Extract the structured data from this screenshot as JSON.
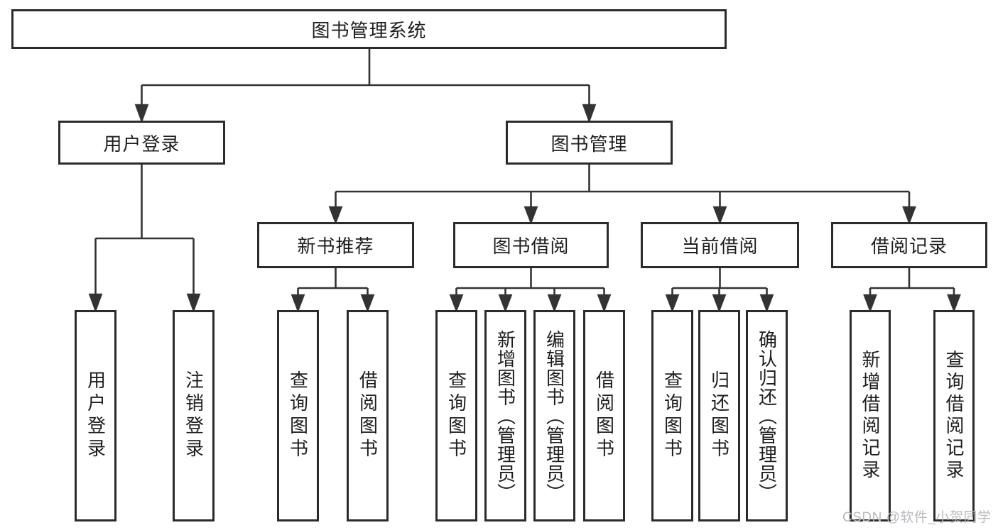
{
  "diagram": {
    "type": "hierarchy-tree",
    "orientation": "top-down",
    "nodes": {
      "root": {
        "label": "图书管理系统"
      },
      "user_login": {
        "label": "用户登录"
      },
      "book_mgmt": {
        "label": "图书管理"
      },
      "new_book": {
        "label": "新书推荐"
      },
      "borrow": {
        "label": "图书借阅"
      },
      "current": {
        "label": "当前借阅"
      },
      "record": {
        "label": "借阅记录"
      },
      "leaf_user_login": {
        "label": "用户登录"
      },
      "leaf_logout": {
        "label": "注销登录"
      },
      "leaf_nb_query": {
        "label": "查询图书"
      },
      "leaf_nb_borrow": {
        "label": "借阅图书"
      },
      "leaf_bw_query": {
        "label": "查询图书"
      },
      "leaf_bw_add": {
        "label": "新增图书（管理员）"
      },
      "leaf_bw_edit": {
        "label": "编辑图书（管理员）"
      },
      "leaf_bw_borrow": {
        "label": "借阅图书"
      },
      "leaf_cu_query": {
        "label": "查询图书"
      },
      "leaf_cu_return": {
        "label": "归还图书"
      },
      "leaf_cu_confirm": {
        "label": "确认归还（管理员）"
      },
      "leaf_re_add": {
        "label": "新增借阅记录"
      },
      "leaf_re_query": {
        "label": "查询借阅记录"
      }
    },
    "edges": [
      {
        "from": "root",
        "to": [
          "user_login",
          "book_mgmt"
        ]
      },
      {
        "from": "user_login",
        "to": [
          "leaf_user_login",
          "leaf_logout"
        ]
      },
      {
        "from": "book_mgmt",
        "to": [
          "new_book",
          "borrow",
          "current",
          "record"
        ]
      },
      {
        "from": "new_book",
        "to": [
          "leaf_nb_query",
          "leaf_nb_borrow"
        ]
      },
      {
        "from": "borrow",
        "to": [
          "leaf_bw_query",
          "leaf_bw_add",
          "leaf_bw_edit",
          "leaf_bw_borrow"
        ]
      },
      {
        "from": "current",
        "to": [
          "leaf_cu_query",
          "leaf_cu_return",
          "leaf_cu_confirm"
        ]
      },
      {
        "from": "record",
        "to": [
          "leaf_re_add",
          "leaf_re_query"
        ]
      }
    ]
  },
  "watermark": {
    "text": "CSDN @软件_小贺同学"
  },
  "colors": {
    "background": "#ffffff",
    "box_border": "#2b2b2b",
    "line": "#333333",
    "text": "#1e1e1e",
    "watermark": "#b9b9be"
  }
}
